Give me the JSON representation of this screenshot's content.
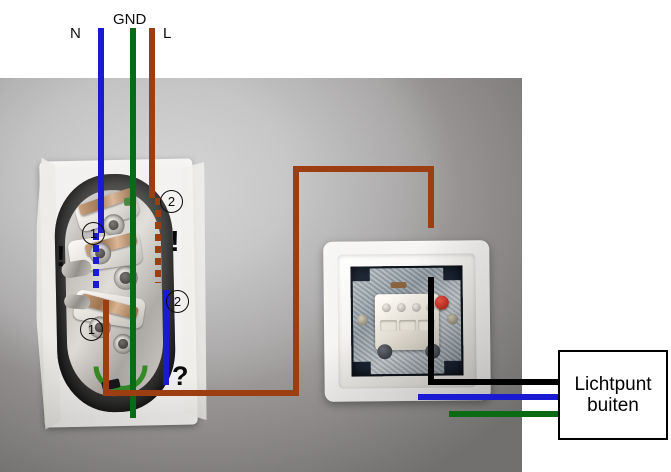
{
  "diagram": {
    "title_implicit": "Wiring diagram: socket and switch to outdoor light",
    "supply_labels": [
      {
        "name": "neutral-label",
        "text": "N",
        "color": "#1a1ad2"
      },
      {
        "name": "ground-label",
        "text": "GND",
        "color": "#0a6b12"
      },
      {
        "name": "live-label",
        "text": "L",
        "color": "#9c3d12"
      }
    ],
    "markers": {
      "circle_1a": "1",
      "circle_2a": "2",
      "circle_2b": "2",
      "circle_1b": "1",
      "exclaim_left": "!",
      "exclaim_right": "!",
      "question": "?"
    },
    "lamp_box": {
      "line1": "Lichtpunt",
      "line2": "buiten"
    },
    "colors": {
      "neutral": "#1a1ad2",
      "ground": "#0a6b12",
      "live": "#9c3d12",
      "switched_live": "#000000",
      "wall": "#c3c3c4",
      "page_bg": "#ffffff"
    },
    "components": {
      "left": "wall-socket-outlet-open",
      "right": "wall-light-switch-open"
    }
  }
}
